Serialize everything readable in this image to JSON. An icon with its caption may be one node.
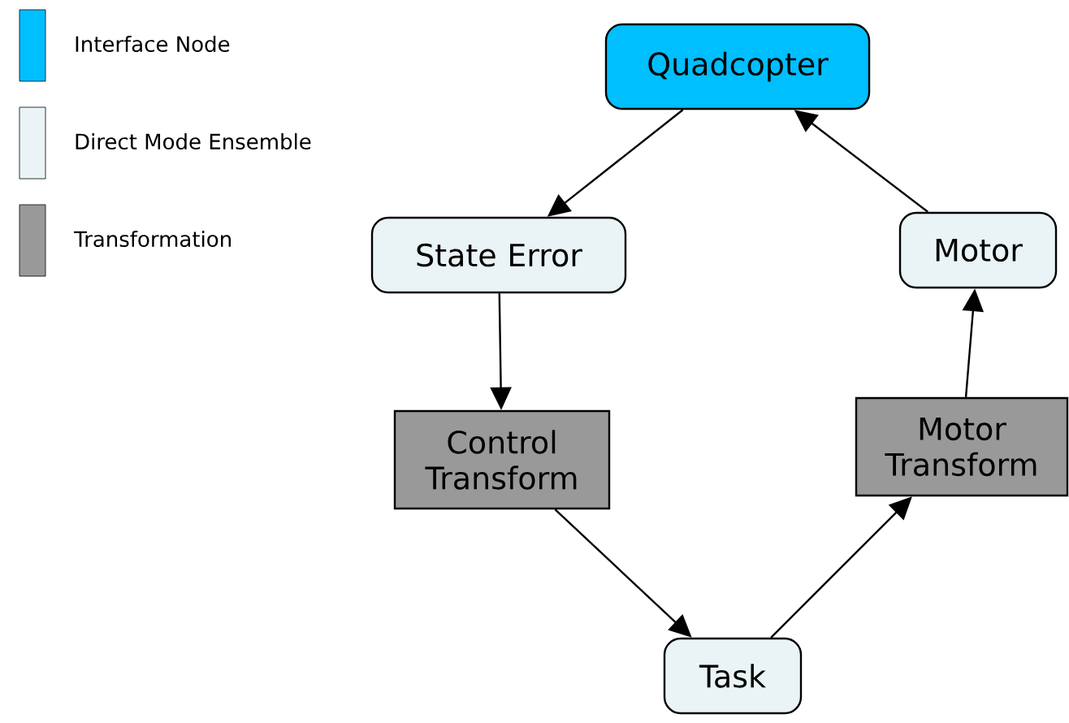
{
  "diagram": {
    "nodes": [
      {
        "text": [
          "Quadcopter"
        ]
      },
      {
        "text": [
          "State Error"
        ]
      },
      {
        "text": [
          "Control Transform"
        ]
      },
      {
        "text": [
          "Task"
        ]
      },
      {
        "text": [
          "Motor Transform"
        ]
      },
      {
        "text": [
          "Motor"
        ]
      }
    ],
    "edges": [
      {
        "from": 0,
        "to": 1,
        "arrow": "to"
      },
      {
        "from": 1,
        "to": 2,
        "arrow": "to"
      },
      {
        "from": 2,
        "to": 3,
        "arrow": "to"
      },
      {
        "from": 3,
        "to": 4,
        "arrow": "to"
      },
      {
        "from": 4,
        "to": 5,
        "arrow": "to"
      },
      {
        "from": 5,
        "to": 0,
        "arrow": "to"
      }
    ],
    "legend": [
      {
        "text": "Interface Node",
        "color": "#00bfff"
      },
      {
        "text": "Direct Mode Ensemble",
        "color": "#eaf3f5"
      },
      {
        "text": "Transformation",
        "color": "#999999"
      }
    ]
  }
}
